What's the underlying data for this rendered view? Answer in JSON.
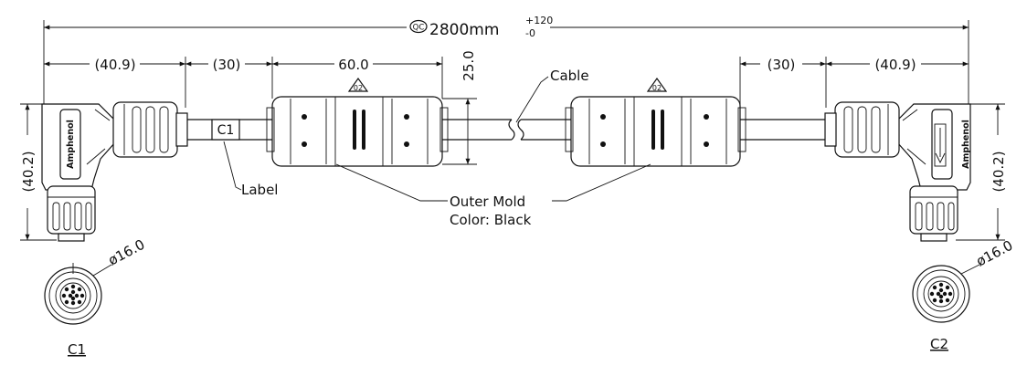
{
  "dimensions": {
    "overall_length": "2800mm",
    "tolerance_plus": "+120",
    "tolerance_minus": "-0",
    "qc_mark": "QC",
    "left_connector_length": "(40.9)",
    "left_label_gap": "(30)",
    "mold_length": "60.0",
    "mold_diameter": "25.0",
    "right_label_gap": "(30)",
    "right_connector_length": "(40.9)",
    "left_connector_height": "(40.2)",
    "right_connector_height": "(40.2)",
    "left_face_diameter": "ø16.0",
    "right_face_diameter": "ø16.0"
  },
  "callouts": {
    "cable": "Cable",
    "label": "Label",
    "label_tag": "C1",
    "outer_mold_line1": "Outer Mold",
    "outer_mold_line2": "Color: Black",
    "revision_left": "02",
    "revision_right": "02"
  },
  "connectors": {
    "left_name": "C1",
    "right_name": "C2",
    "brand_text": "Amphenol"
  }
}
